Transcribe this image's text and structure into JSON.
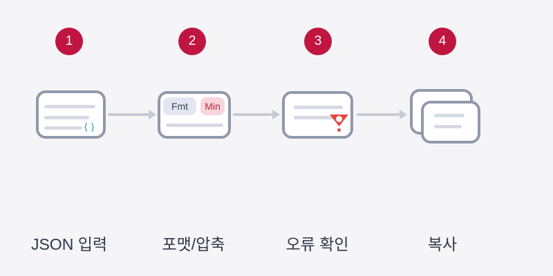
{
  "diagram": {
    "steps": [
      {
        "number": "1",
        "label": "JSON 입력"
      },
      {
        "number": "2",
        "label": "포맷/압축"
      },
      {
        "number": "3",
        "label": "오류 확인"
      },
      {
        "number": "4",
        "label": "복사"
      }
    ],
    "input_card": {
      "braces_glyph": "{ }"
    },
    "format_card": {
      "fmt_button": "Fmt",
      "min_button": "Min"
    },
    "colors": {
      "background": "#f5f5f7",
      "step_badge": "#c01540",
      "badge_number": "#ffffff",
      "card_border": "#9099ab",
      "card_fill": "#ffffff",
      "text_line": "#d7dae3",
      "arrow": "#c6cad4",
      "fmt_pill_bg": "#e4e6f1",
      "fmt_pill_text": "#3a4254",
      "min_pill_bg": "#f9d4da",
      "min_pill_text": "#c2253c",
      "error_marker": "#e8453c",
      "braces": "#22937c",
      "label_text": "#2f3848"
    }
  }
}
